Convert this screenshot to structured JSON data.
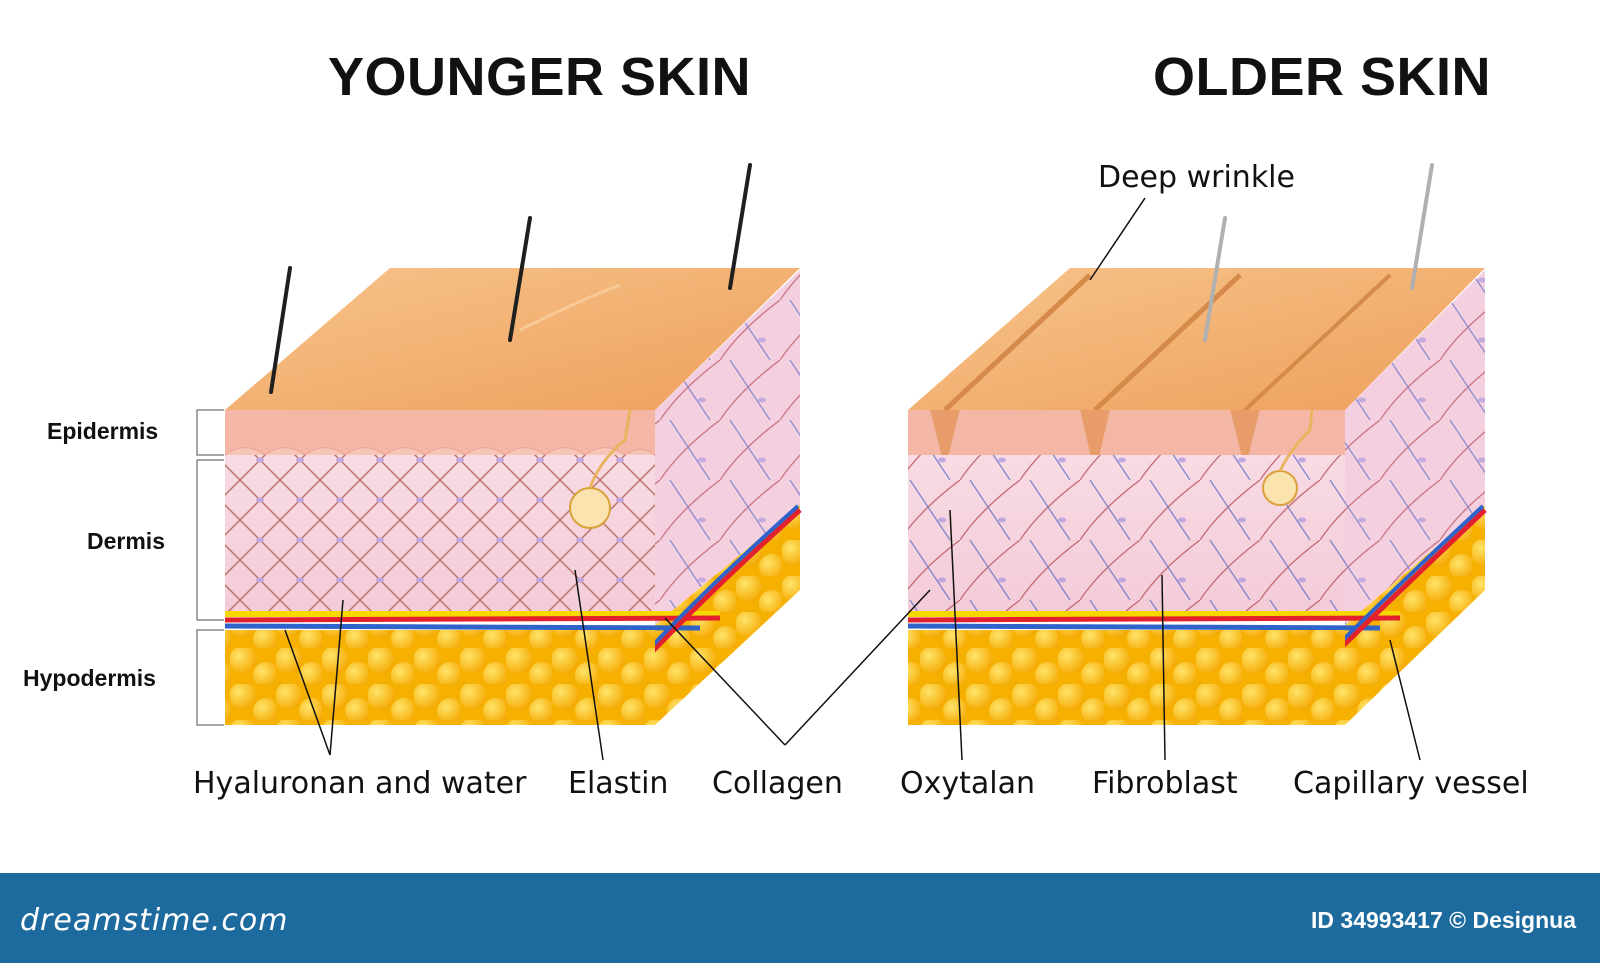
{
  "titles": {
    "younger": "YOUNGER SKIN",
    "older": "OLDER SKIN"
  },
  "layers": {
    "epidermis": "Epidermis",
    "dermis": "Dermis",
    "hypodermis": "Hypodermis"
  },
  "labels": {
    "deep_wrinkle": "Deep wrinkle",
    "hyaluronan": "Hyaluronan and water",
    "elastin": "Elastin",
    "collagen": "Collagen",
    "oxytalan": "Oxytalan",
    "fibroblast": "Fibroblast",
    "capillary": "Capillary vessel"
  },
  "footer": {
    "brand": "dreamstime.com",
    "id": "ID 34993417 © Designua"
  },
  "colors": {
    "skin_top": "#f2ad6a",
    "skin_top_light": "#f7c48b",
    "epidermis": "#f4b7a6",
    "dermis": "#f6d6e0",
    "fat": "#f7b500",
    "fat_light": "#ffd84a",
    "collagen": "#b46a5a",
    "artery": "#e3202e",
    "vein": "#2f63c9",
    "nerve": "#f5d800",
    "footer_bg": "#1c6a9e"
  }
}
